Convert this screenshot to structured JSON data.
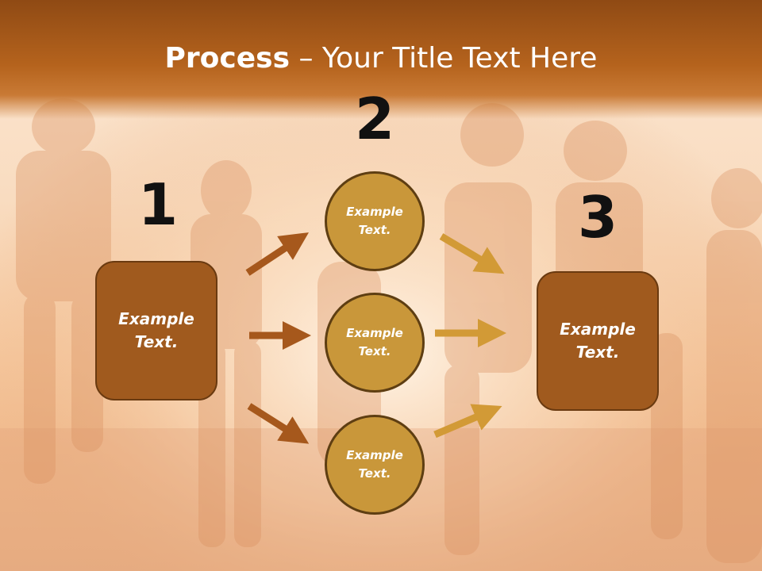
{
  "title": {
    "bold": "Process",
    "rest": " – Your Title Text Here"
  },
  "steps": [
    {
      "number": "1",
      "box_text": "Example Text."
    },
    {
      "number": "2",
      "circles": [
        "Example Text.",
        "Example Text.",
        "Example Text."
      ]
    },
    {
      "number": "3",
      "box_text": "Example Text."
    }
  ],
  "colors": {
    "header": "#b5631d",
    "box": "#a05a1e",
    "circle": "#c9973a",
    "arrow_left": "#a6581c",
    "arrow_right": "#d29a36"
  }
}
